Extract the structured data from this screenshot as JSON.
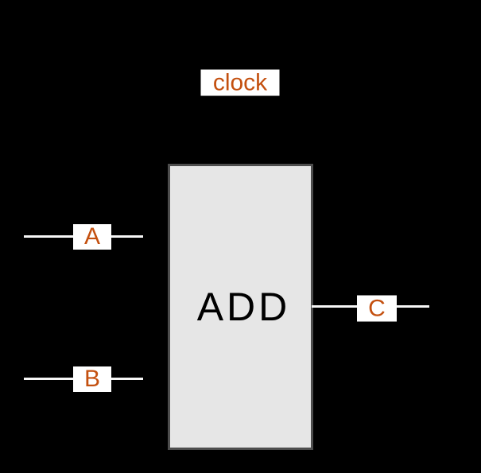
{
  "diagram": {
    "kind": "circuit-block-diagram",
    "block": {
      "label": "ADD"
    },
    "clock": {
      "label": "clock"
    },
    "ports": {
      "a": {
        "label": "A"
      },
      "b": {
        "label": "B"
      },
      "c": {
        "label": "C"
      }
    },
    "colors": {
      "background": "#000000",
      "block_fill": "#e6e6e6",
      "block_border": "#4d4d4d",
      "block_text": "#000000",
      "wire": "#f7f7f7",
      "label_background": "#ffffff",
      "label_text": "#c4500f"
    }
  }
}
